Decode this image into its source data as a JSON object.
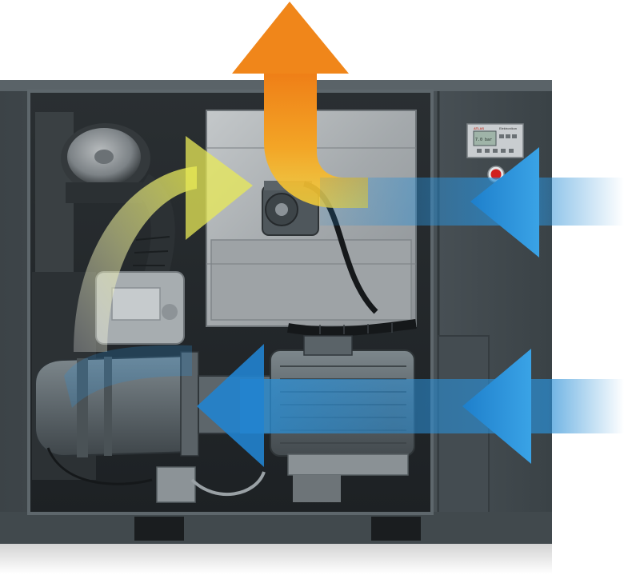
{
  "scene": {
    "subject": "compressor-unit",
    "controller": {
      "brand_text": "ATLAS",
      "model_text": "Elektronikon",
      "readout_text": "7.0 bar",
      "key_count": 6
    },
    "airflows": [
      {
        "id": "hot-exhaust",
        "direction": "up",
        "color": "#f08a1c"
      },
      {
        "id": "cooling-intake-upper",
        "direction": "left",
        "color": "#2a8fd6"
      },
      {
        "id": "cooling-intake-lower",
        "direction": "left",
        "color": "#2a8fd6"
      },
      {
        "id": "inlet-air-curve",
        "direction": "curve-right",
        "color": "#e6e84a"
      }
    ],
    "colors": {
      "cabinet": "#4b5358",
      "cabinet_dark": "#2e3438",
      "interior": "#23282b",
      "panel_gray": "#a9adaf",
      "motor": "#5d676c",
      "background": "#ffffff"
    }
  }
}
